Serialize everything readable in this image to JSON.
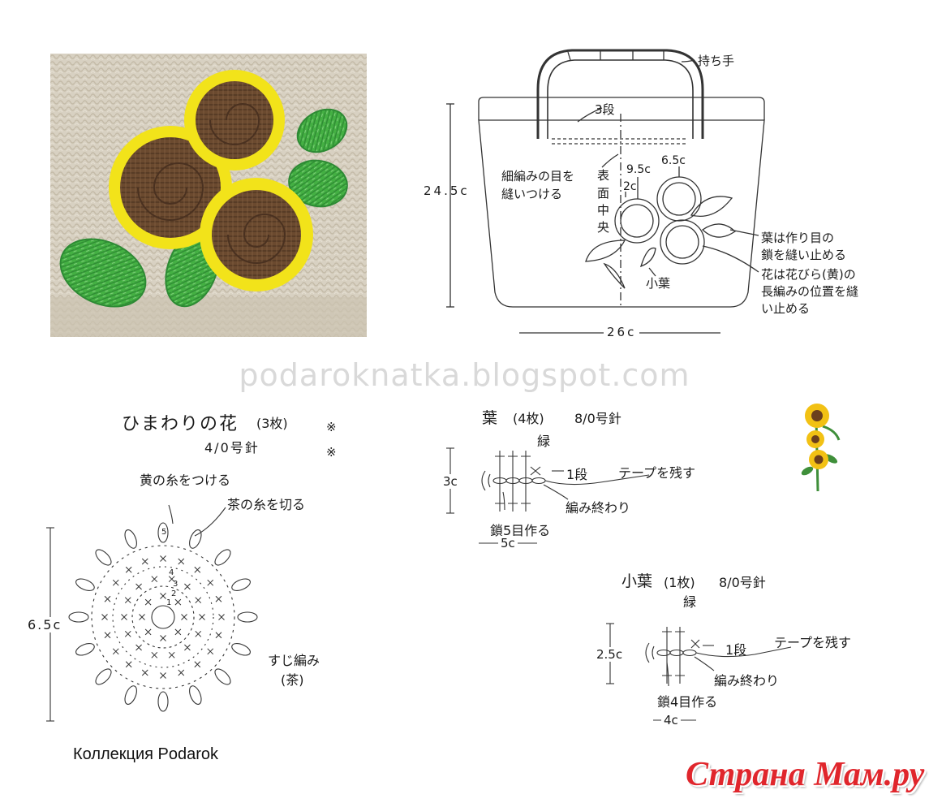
{
  "watermark": "podaroknatka.blogspot.com",
  "credit": "Коллекция Podarok",
  "logo": "Страна Мам.ру",
  "bag": {
    "handle": "持ち手",
    "row3": "3段",
    "sew_line1": "細編みの目を",
    "sew_line2": "縫いつける",
    "center": [
      "表",
      "面",
      "中",
      "央"
    ],
    "height": "24.5c",
    "width": "26c",
    "d_95": "9.5c",
    "d_65": "6.5c",
    "d_2": "2c",
    "leaf_note_1": "葉は作り目の",
    "leaf_note_2": "鎖を縫い止める",
    "flower_note_1": "花は花びら(黄)の",
    "flower_note_2": "長編みの位置を縫",
    "flower_note_3": "い止める",
    "small_leaf": "小葉"
  },
  "flower_chart": {
    "title": "ひまわりの花",
    "count": "(3枚)",
    "needle": "4/0号針",
    "mark1": "※",
    "mark2": "※",
    "attach_yellow": "黄の糸をつける",
    "cut_brown": "茶の糸を切る",
    "size": "6.5c",
    "stitch_1": "すじ編み",
    "stitch_2": "(茶)",
    "rounds": [
      "5",
      "4",
      "3",
      "2",
      "1"
    ]
  },
  "leaf_chart": {
    "title": "葉",
    "count": "(4枚)",
    "needle": "8/0号針",
    "color": "緑",
    "row": "1段",
    "tape": "テープを残す",
    "end": "編み終わり",
    "chain": "鎖5目作る",
    "height": "3c",
    "width": "5c"
  },
  "small_leaf_chart": {
    "title": "小葉",
    "count": "(1枚)",
    "needle": "8/0号針",
    "color": "緑",
    "row": "1段",
    "tape": "テープを残す",
    "end": "編み終わり",
    "chain": "鎖4目作る",
    "height": "2.5c",
    "width": "4c"
  },
  "colors": {
    "yellow": "#f2e31a",
    "brown": "#6b4a2f",
    "green": "#3fae3c",
    "logo_red": "#e0262c"
  }
}
